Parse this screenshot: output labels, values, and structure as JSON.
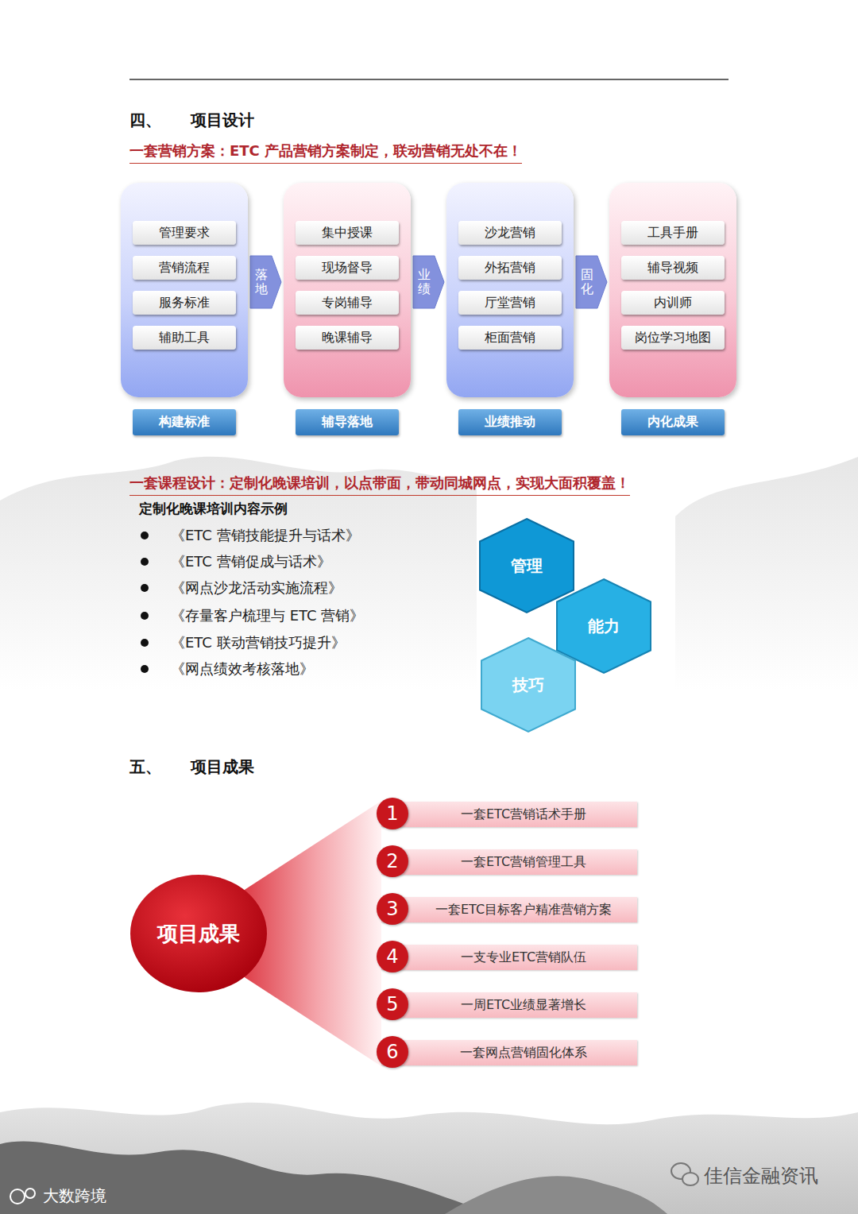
{
  "diagram": {
    "nodes": [
      {
        "text": [
          "构建标准"
        ]
      },
      {
        "text": [
          "管理要求"
        ],
        "in": 0
      },
      {
        "text": [
          "营销流程"
        ],
        "in": 0
      },
      {
        "text": [
          "服务标准"
        ],
        "in": 0
      },
      {
        "text": [
          "辅助工具"
        ],
        "in": 0
      },
      {
        "text": [
          "辅导落地"
        ]
      },
      {
        "text": [
          "集中授课"
        ],
        "in": 5
      },
      {
        "text": [
          "现场督导"
        ],
        "in": 5
      },
      {
        "text": [
          "专岗辅导"
        ],
        "in": 5
      },
      {
        "text": [
          "晚课辅导"
        ],
        "in": 5
      },
      {
        "text": [
          "业绩推动"
        ]
      },
      {
        "text": [
          "沙龙营销"
        ],
        "in": 10
      },
      {
        "text": [
          "外拓营销"
        ],
        "in": 10
      },
      {
        "text": [
          "厅堂营销"
        ],
        "in": 10
      },
      {
        "text": [
          "柜面营销"
        ],
        "in": 10
      },
      {
        "text": [
          "内化成果"
        ]
      },
      {
        "text": [
          "工具手册"
        ],
        "in": 15
      },
      {
        "text": [
          "辅导视频"
        ],
        "in": 15
      },
      {
        "text": [
          "内训师"
        ],
        "in": 15
      },
      {
        "text": [
          "岗位学习地图"
        ],
        "in": 15
      },
      {
        "text": [
          "管理"
        ]
      },
      {
        "text": [
          "能力"
        ]
      },
      {
        "text": [
          "技巧"
        ]
      },
      {
        "text": [
          "项目成果"
        ]
      },
      {
        "text": [
          "1",
          "一套ETC营销话术手册"
        ]
      },
      {
        "text": [
          "2",
          "一套ETC营销管理工具"
        ]
      },
      {
        "text": [
          "3",
          "一套ETC目标客户精准营销方案"
        ]
      },
      {
        "text": [
          "4",
          "一支专业ETC营销队伍"
        ]
      },
      {
        "text": [
          "5",
          "一周ETC业绩显著增长"
        ]
      },
      {
        "text": [
          "6",
          "一套网点营销固化体系"
        ]
      }
    ],
    "edges": [
      {
        "from": 0,
        "to": 5,
        "label": "落地",
        "arrow": "to"
      },
      {
        "from": 5,
        "to": 10,
        "label": "业绩",
        "arrow": "to"
      },
      {
        "from": 10,
        "to": 15,
        "label": "固化",
        "arrow": "to"
      }
    ],
    "labels": [
      "四、",
      "项目设计",
      "一套营销方案：ETC 产品营销方案制定，联动营销无处不在！",
      "一套课程设计：定制化晚课培训，以点带面，带动同城网点，实现大面积覆盖！",
      "定制化晚课培训内容示例",
      "《ETC 营销技能提升与话术》",
      "《ETC 营销促成与话术》",
      "《网点沙龙活动实施流程》",
      "《存量客户梳理与 ETC 营销》",
      "《ETC 联动营销技巧提升》",
      "《网点绩效考核落地》",
      "五、",
      "项目成果",
      "大数跨境",
      "佳信金融资讯"
    ]
  }
}
